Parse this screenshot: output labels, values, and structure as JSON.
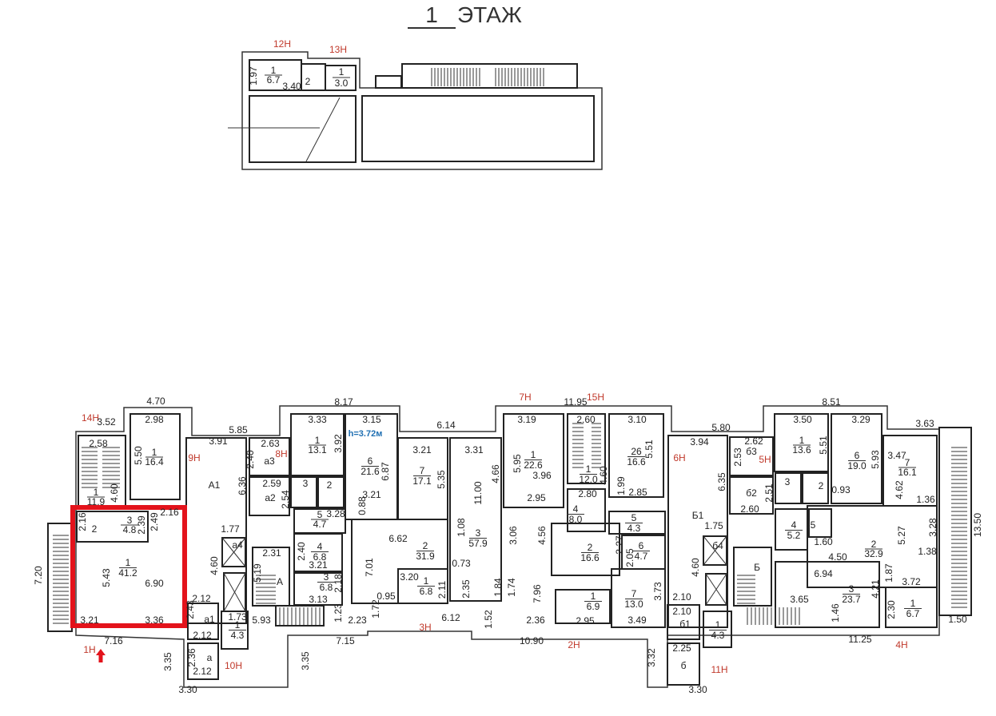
{
  "title": {
    "number": "1",
    "label": "ЭТАЖ"
  },
  "height_note": "h=3.72м",
  "highlight_color": "#e3131b",
  "unit_labels": [
    "1Н",
    "2Н",
    "3Н",
    "4Н",
    "5Н",
    "6Н",
    "7Н",
    "8Н",
    "9Н",
    "10Н",
    "11Н",
    "12Н",
    "13Н",
    "14Н",
    "15Н"
  ],
  "rooms": [
    {
      "num": "1",
      "area": "6.7"
    },
    {
      "num": "1",
      "area": "3.0"
    },
    {
      "num": "1",
      "area": "16.4"
    },
    {
      "num": "1",
      "area": "13.1"
    },
    {
      "num": "1",
      "area": "11.9"
    },
    {
      "num": "3",
      "area": "4.8"
    },
    {
      "num": "5",
      "area": "4.7"
    },
    {
      "num": "4",
      "area": "6.8"
    },
    {
      "num": "1",
      "area": "41.2"
    },
    {
      "num": "3",
      "area": "6.8"
    },
    {
      "num": "1",
      "area": "4.3"
    },
    {
      "num": "6",
      "area": "21.6"
    },
    {
      "num": "7",
      "area": "17.1"
    },
    {
      "num": "1",
      "area": "22.6"
    },
    {
      "num": "1",
      "area": "12.0"
    },
    {
      "num": "26",
      "area": "16.6"
    },
    {
      "num": "4",
      "area": "8.0"
    },
    {
      "num": "3",
      "area": "57.9"
    },
    {
      "num": "5",
      "area": "4.3"
    },
    {
      "num": "2",
      "area": "31.9"
    },
    {
      "num": "2",
      "area": "16.6"
    },
    {
      "num": "6",
      "area": "4.7"
    },
    {
      "num": "1",
      "area": "6.8"
    },
    {
      "num": "1",
      "area": "6.9"
    },
    {
      "num": "7",
      "area": "13.0"
    },
    {
      "num": "1",
      "area": "13.6"
    },
    {
      "num": "6",
      "area": "19.0"
    },
    {
      "num": "7",
      "area": "16.1"
    },
    {
      "num": "4",
      "area": "5.2"
    },
    {
      "num": "2",
      "area": "32.9"
    },
    {
      "num": "3",
      "area": "23.7"
    },
    {
      "num": "1",
      "area": "6.7"
    },
    {
      "num": "1",
      "area": "4.3"
    }
  ],
  "room_labels": [
    "2",
    "А1",
    "а3",
    "а2",
    "3",
    "2",
    "2",
    "а4",
    "А",
    "а1",
    "а",
    "б3",
    "б2",
    "3",
    "2",
    "Б1",
    "5",
    "б4",
    "Б",
    "б1",
    "б"
  ],
  "dimensions": [
    "1.97",
    "3.40",
    "4.70",
    "3.52",
    "2.98",
    "5.85",
    "3.91",
    "2.63",
    "3.33",
    "2.58",
    "5.50",
    "2.40",
    "3.92",
    "6.36",
    "2.59",
    "2.54",
    "4.60",
    "2.16",
    "2.39",
    "2.49",
    "2.16",
    "3.28",
    "0.88",
    "1.77",
    "4.60",
    "2.31",
    "5.19",
    "2.40",
    "3.21",
    "5.43",
    "6.90",
    "2.18",
    "3.13",
    "2.12",
    "2.43",
    "1.73",
    "5.93",
    "1.23",
    "2.23",
    "3.21",
    "3.36",
    "2.12",
    "7.16",
    "7.15",
    "3.35",
    "2.36",
    "2.12",
    "3.35",
    "3.30",
    "7.20",
    "8.17",
    "3.15",
    "6.14",
    "3.19",
    "11.95",
    "2.60",
    "3.10",
    "3.21",
    "3.31",
    "6.87",
    "5.35",
    "4.66",
    "5.95",
    "3.96",
    "11.00",
    "4.60",
    "5.51",
    "1.99",
    "2.85",
    "3.21",
    "2.95",
    "2.80",
    "1.08",
    "3.06",
    "4.56",
    "6.62",
    "2.27",
    "2.05",
    "0.73",
    "7.01",
    "3.20",
    "2.11",
    "2.35",
    "1.84",
    "1.74",
    "7.96",
    "3.73",
    "0.95",
    "1.72",
    "6.12",
    "1.52",
    "2.36",
    "2.95",
    "3.49",
    "10.90",
    "3.32",
    "8.51",
    "3.50",
    "3.29",
    "3.63",
    "5.80",
    "3.94",
    "2.62",
    "2.53",
    "5.51",
    "5.93",
    "3.47",
    "6.35",
    "2.51",
    "0.93",
    "4.62",
    "1.36",
    "2.60",
    "1.75",
    "1.60",
    "5.27",
    "3.28",
    "13.50",
    "1.38",
    "4.50",
    "4.60",
    "6.94",
    "1.87",
    "3.72",
    "4.21",
    "2.10",
    "3.65",
    "2.10",
    "1.46",
    "2.30",
    "1.50",
    "11.25",
    "2.25",
    "3.30"
  ]
}
